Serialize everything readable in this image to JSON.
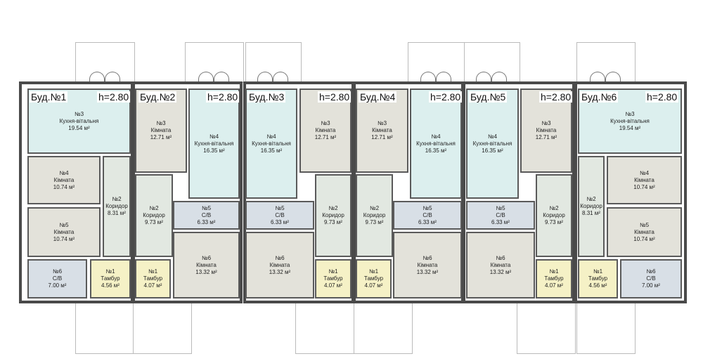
{
  "buildings": [
    {
      "title": "Буд.№1",
      "height": "h=2.80",
      "rooms": [
        {
          "num": "№3",
          "name": "Кухня-вітальня",
          "area": "19.54 м²",
          "type": "kitchen"
        },
        {
          "num": "№4",
          "name": "Кімната",
          "area": "10.74 м²",
          "type": "room"
        },
        {
          "num": "№5",
          "name": "Кімната",
          "area": "10.74 м²",
          "type": "room"
        },
        {
          "num": "№2",
          "name": "Коридор",
          "area": "8.31 м²",
          "type": "corr"
        },
        {
          "num": "№6",
          "name": "С/В",
          "area": "7.00 м²",
          "type": "bath"
        },
        {
          "num": "№1",
          "name": "Тамбур",
          "area": "4.56 м²",
          "type": "tambur"
        }
      ]
    },
    {
      "title": "Буд.№2",
      "height": "h=2.80",
      "rooms": [
        {
          "num": "№3",
          "name": "Кімната",
          "area": "12.71 м²",
          "type": "room"
        },
        {
          "num": "№4",
          "name": "Кухня-вітальня",
          "area": "16.35 м²",
          "type": "kitchen"
        },
        {
          "num": "№2",
          "name": "Коридор",
          "area": "9.73 м²",
          "type": "corr"
        },
        {
          "num": "№5",
          "name": "С/В",
          "area": "6.33 м²",
          "type": "bath"
        },
        {
          "num": "№6",
          "name": "Кімната",
          "area": "13.32 м²",
          "type": "room"
        },
        {
          "num": "№1",
          "name": "Тамбур",
          "area": "4.07 м²",
          "type": "tambur"
        }
      ]
    },
    {
      "title": "Буд.№3",
      "height": "h=2.80",
      "rooms": [
        {
          "num": "№4",
          "name": "Кухня-вітальня",
          "area": "16.35 м²",
          "type": "kitchen"
        },
        {
          "num": "№3",
          "name": "Кімната",
          "area": "12.71 м²",
          "type": "room"
        },
        {
          "num": "№5",
          "name": "С/В",
          "area": "6.33 м²",
          "type": "bath"
        },
        {
          "num": "№6",
          "name": "Кімната",
          "area": "13.32 м²",
          "type": "room"
        },
        {
          "num": "№2",
          "name": "Коридор",
          "area": "9.73 м²",
          "type": "corr"
        },
        {
          "num": "№1",
          "name": "Тамбур",
          "area": "4.07 м²",
          "type": "tambur"
        }
      ]
    },
    {
      "title": "Буд.№4",
      "height": "h=2.80",
      "rooms": [
        {
          "num": "№3",
          "name": "Кімната",
          "area": "12.71 м²",
          "type": "room"
        },
        {
          "num": "№4",
          "name": "Кухня-вітальня",
          "area": "16.35 м²",
          "type": "kitchen"
        },
        {
          "num": "№2",
          "name": "Коридор",
          "area": "9.73 м²",
          "type": "corr"
        },
        {
          "num": "№5",
          "name": "С/В",
          "area": "6.33 м²",
          "type": "bath"
        },
        {
          "num": "№6",
          "name": "Кімната",
          "area": "13.32 м²",
          "type": "room"
        },
        {
          "num": "№1",
          "name": "Тамбур",
          "area": "4.07 м²",
          "type": "tambur"
        }
      ]
    },
    {
      "title": "Буд.№5",
      "height": "h=2.80",
      "rooms": [
        {
          "num": "№4",
          "name": "Кухня-вітальня",
          "area": "16.35 м²",
          "type": "kitchen"
        },
        {
          "num": "№3",
          "name": "Кімната",
          "area": "12.71 м²",
          "type": "room"
        },
        {
          "num": "№5",
          "name": "С/В",
          "area": "6.33 м²",
          "type": "bath"
        },
        {
          "num": "№6",
          "name": "Кімната",
          "area": "13.32 м²",
          "type": "room"
        },
        {
          "num": "№2",
          "name": "Коридор",
          "area": "9.73 м²",
          "type": "corr"
        },
        {
          "num": "№1",
          "name": "Тамбур",
          "area": "4.07 м²",
          "type": "tambur"
        }
      ]
    },
    {
      "title": "Буд.№6",
      "height": "h=2.80",
      "rooms": [
        {
          "num": "№3",
          "name": "Кухня-вітальня",
          "area": "19.54 м²",
          "type": "kitchen"
        },
        {
          "num": "№4",
          "name": "Кімната",
          "area": "10.74 м²",
          "type": "room"
        },
        {
          "num": "№5",
          "name": "Кімната",
          "area": "10.74 м²",
          "type": "room"
        },
        {
          "num": "№2",
          "name": "Коридор",
          "area": "8.31 м²",
          "type": "corr"
        },
        {
          "num": "№1",
          "name": "Тамбур",
          "area": "4.56 м²",
          "type": "tambur"
        },
        {
          "num": "№6",
          "name": "С/В",
          "area": "7.00 м²",
          "type": "bath"
        }
      ]
    }
  ]
}
